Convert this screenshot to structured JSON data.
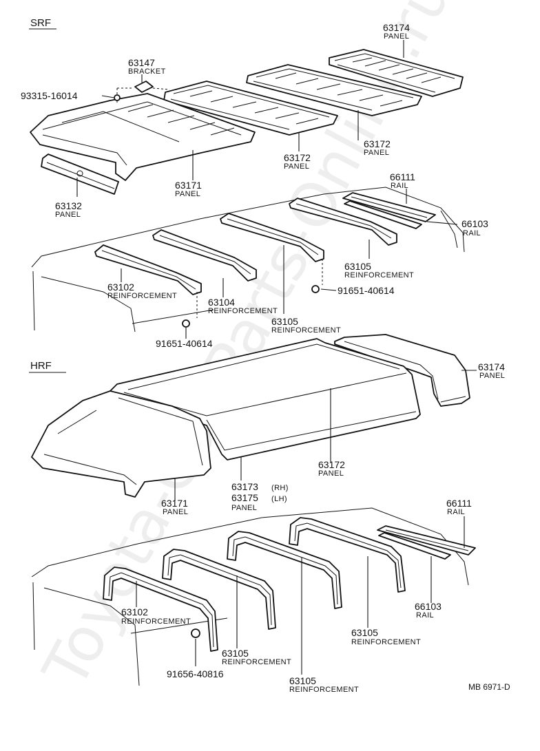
{
  "watermark": "Toyota-Car-Parts-Online.ru",
  "drawing_code": "MB 6971-D",
  "sections": {
    "srf": "SRF",
    "hrf": "HRF"
  },
  "srf_labels": {
    "l1": {
      "no": "63174",
      "name": "PANEL"
    },
    "l2": {
      "no": "63147",
      "name": "BRACKET"
    },
    "l3": {
      "no": "93315-16014",
      "name": ""
    },
    "l4": {
      "no": "63172",
      "name": "PANEL"
    },
    "l5": {
      "no": "63172",
      "name": "PANEL"
    },
    "l6": {
      "no": "63171",
      "name": "PANEL"
    },
    "l7": {
      "no": "63132",
      "name": "PANEL"
    },
    "l8": {
      "no": "66111",
      "name": "RAIL"
    },
    "l9": {
      "no": "66103",
      "name": "RAIL"
    },
    "l10": {
      "no": "63105",
      "name": "REINFORCEMENT"
    },
    "l11": {
      "no": "91651-40614",
      "name": ""
    },
    "l12": {
      "no": "63102",
      "name": "REINFORCEMENT"
    },
    "l13": {
      "no": "63104",
      "name": "REINFORCEMENT"
    },
    "l14": {
      "no": "63105",
      "name": "REINFORCEMENT"
    },
    "l15": {
      "no": "91651-40614",
      "name": ""
    }
  },
  "hrf_labels": {
    "h1": {
      "no": "63174",
      "name": "PANEL"
    },
    "h2": {
      "no": "63172",
      "name": "PANEL"
    },
    "h3": {
      "no": "63173",
      "suffix": "(RH)"
    },
    "h4": {
      "no": "63175",
      "suffix": "(LH)",
      "name": "PANEL"
    },
    "h5": {
      "no": "63171",
      "name": "PANEL"
    },
    "h6": {
      "no": "66111",
      "name": "RAIL"
    },
    "h7": {
      "no": "66103",
      "name": "RAIL"
    },
    "h8": {
      "no": "63102",
      "name": "REINFORCEMENT"
    },
    "h9": {
      "no": "63105",
      "name": "REINFORCEMENT"
    },
    "h10": {
      "no": "63105",
      "name": "REINFORCEMENT"
    },
    "h11": {
      "no": "91656-40816",
      "name": ""
    },
    "h12": {
      "no": "63105",
      "name": "REINFORCEMENT"
    }
  }
}
